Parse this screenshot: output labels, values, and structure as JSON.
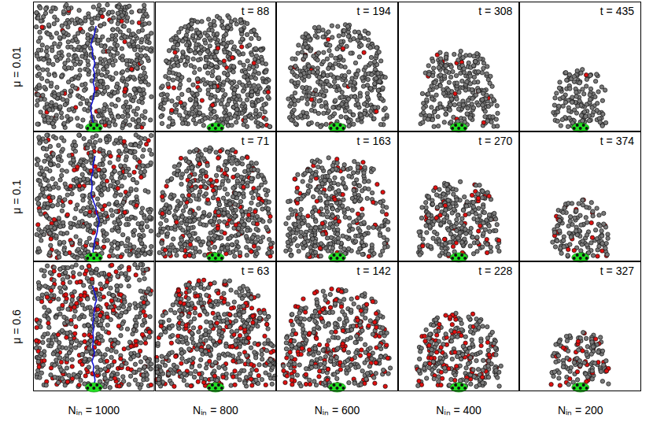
{
  "diagram": {
    "nodes": [
      {
        "text": [
          "t = 88"
        ]
      },
      {
        "text": [
          "t = 194"
        ]
      },
      {
        "text": [
          "t = 308"
        ]
      },
      {
        "text": [
          "t = 435"
        ]
      },
      {
        "text": [
          "t = 71"
        ]
      },
      {
        "text": [
          "t = 163"
        ]
      },
      {
        "text": [
          "t = 270"
        ]
      },
      {
        "text": [
          "t = 374"
        ]
      },
      {
        "text": [
          "t = 63"
        ]
      },
      {
        "text": [
          "t = 142"
        ]
      },
      {
        "text": [
          "t = 228"
        ]
      },
      {
        "text": [
          "t = 327"
        ]
      }
    ],
    "labels": [
      "μ = 0.01",
      "μ = 0.1",
      "μ = 0.6",
      "Nᵢₙ = 1000",
      "Nᵢₙ = 800",
      "Nᵢₙ = 600",
      "Nᵢₙ = 400",
      "Nᵢₙ = 200"
    ]
  }
}
